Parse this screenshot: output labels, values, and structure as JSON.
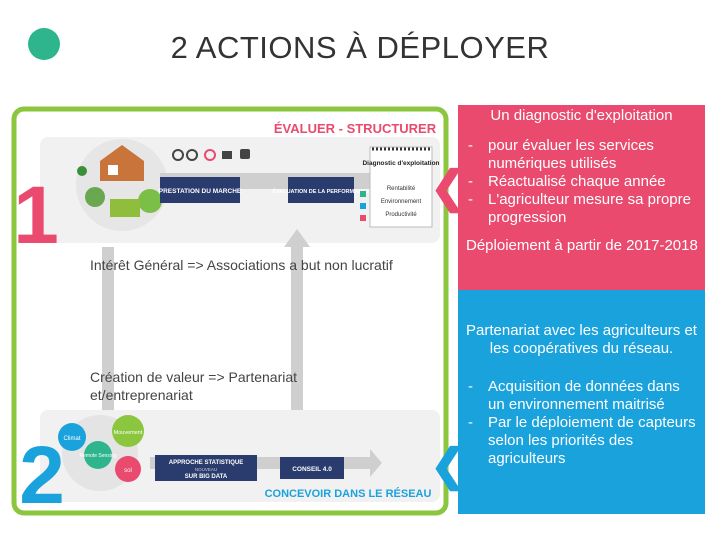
{
  "title": "2 ACTIONS À DÉPLOYER",
  "diagram": {
    "top_header": "ÉVALUER - STRUCTURER",
    "bottom_header": "CONCEVOIR DANS LE RÉSEAU",
    "number_1": "1",
    "number_2": "2",
    "prestation": "PRESTATION DU MARCHE",
    "evaluation": "ÉVALUATION DE LA PERFORMANCE",
    "diagnostic": "Diagnostic d'exploitation",
    "rentabilite": "Rentabilité",
    "environnement": "Environnement",
    "productivite": "Productivité",
    "approche_title": "APPROCHE STATISTIQUE",
    "approche_sub": "NOUVEAU",
    "approche_big": "SUR BIG DATA",
    "conseil": "CONSEIL 4.0",
    "climat": "Climat",
    "remote": "Remote Sensing",
    "mouvement": "Mouvement",
    "sol": "sol",
    "colors": {
      "green": "#2fb58e",
      "lime": "#8cc63f",
      "pink": "#e94a6e",
      "blue": "#1aa2dd",
      "navy": "#2a3b6e",
      "grey": "#b5b5b5"
    }
  },
  "overlays": {
    "interet": "Intérêt Général => Associations a but non lucratif",
    "creation": "Création de valeur => Partenariat et/entreprenariat"
  },
  "pink_box": {
    "heading": "Un diagnostic d'exploitation",
    "bullets": [
      "pour évaluer les services numériques utilisés",
      "Réactualisé chaque année",
      "L'agriculteur mesure sa propre progression"
    ],
    "footer": "Déploiement à partir de 2017-2018"
  },
  "blue_box": {
    "heading": "Partenariat avec les agriculteurs et les coopératives du réseau.",
    "bullets": [
      "Acquisition  de données dans un environnement maitrisé",
      "Par le déploiement de capteurs selon les priorités des agriculteurs"
    ]
  }
}
